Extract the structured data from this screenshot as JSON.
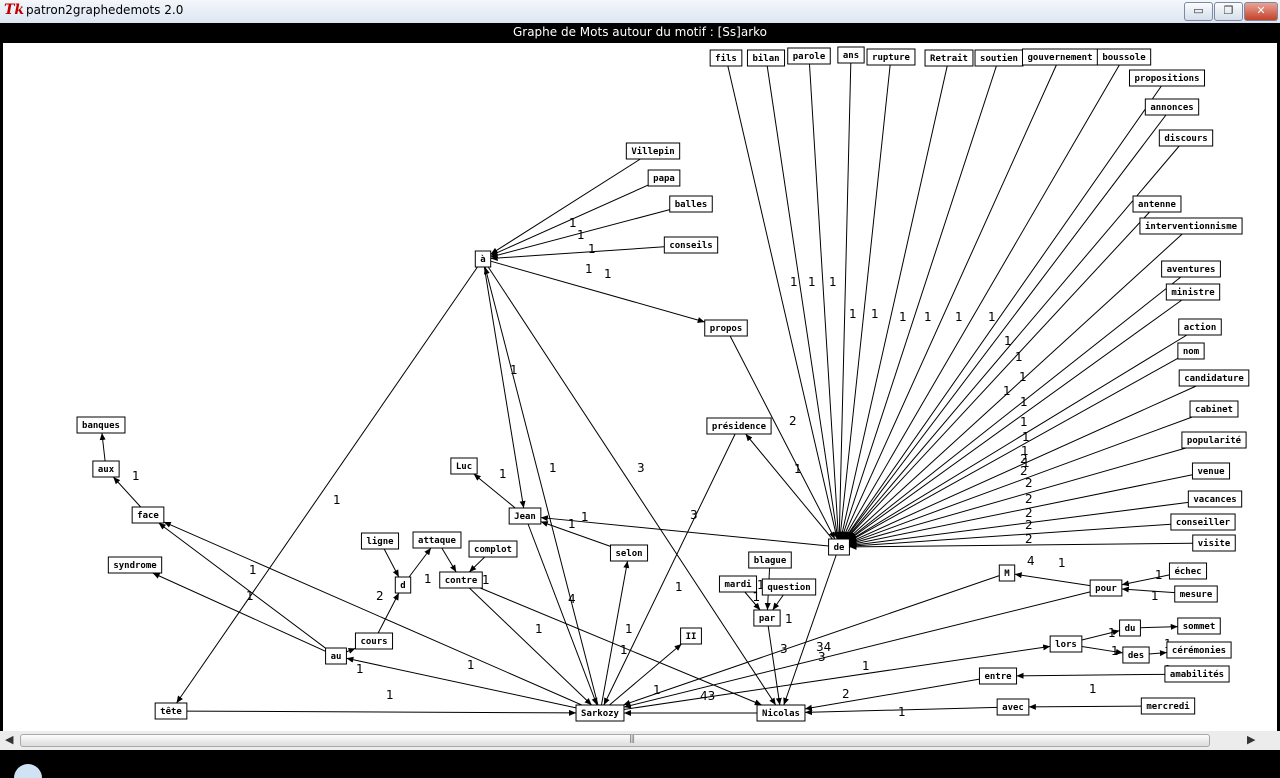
{
  "window": {
    "title": "patron2graphedemots 2.0",
    "app_icon": "Tk",
    "buttons": {
      "minimize": "▭",
      "maximize": "❐",
      "close": "✕"
    }
  },
  "graph": {
    "title": "Graphe de Mots autour du motif : [Ss]arko",
    "nodes": [
      {
        "id": "fils",
        "label": "fils"
      },
      {
        "id": "bilan",
        "label": "bilan"
      },
      {
        "id": "parole",
        "label": "parole"
      },
      {
        "id": "ans",
        "label": "ans"
      },
      {
        "id": "rupture",
        "label": "rupture"
      },
      {
        "id": "Retrait",
        "label": "Retrait"
      },
      {
        "id": "soutien",
        "label": "soutien"
      },
      {
        "id": "gouvernement",
        "label": "gouvernement"
      },
      {
        "id": "boussole",
        "label": "boussole"
      },
      {
        "id": "propositions",
        "label": "propositions"
      },
      {
        "id": "annonces",
        "label": "annonces"
      },
      {
        "id": "discours",
        "label": "discours"
      },
      {
        "id": "antenne",
        "label": "antenne"
      },
      {
        "id": "interventionnisme",
        "label": "interventionnisme"
      },
      {
        "id": "aventures",
        "label": "aventures"
      },
      {
        "id": "ministre",
        "label": "ministre"
      },
      {
        "id": "action",
        "label": "action"
      },
      {
        "id": "nom",
        "label": "nom"
      },
      {
        "id": "candidature",
        "label": "candidature"
      },
      {
        "id": "cabinet",
        "label": "cabinet"
      },
      {
        "id": "popularite",
        "label": "popularité"
      },
      {
        "id": "venue",
        "label": "venue"
      },
      {
        "id": "vacances",
        "label": "vacances"
      },
      {
        "id": "conseiller",
        "label": "conseiller"
      },
      {
        "id": "visite",
        "label": "visite"
      },
      {
        "id": "de",
        "label": "de"
      },
      {
        "id": "Villepin",
        "label": "Villepin"
      },
      {
        "id": "papa",
        "label": "papa"
      },
      {
        "id": "balles",
        "label": "balles"
      },
      {
        "id": "conseils",
        "label": "conseils"
      },
      {
        "id": "a",
        "label": "à"
      },
      {
        "id": "propos",
        "label": "propos"
      },
      {
        "id": "presidence",
        "label": "présidence"
      },
      {
        "id": "Luc",
        "label": "Luc"
      },
      {
        "id": "Jean",
        "label": "Jean"
      },
      {
        "id": "selon",
        "label": "selon"
      },
      {
        "id": "banques",
        "label": "banques"
      },
      {
        "id": "aux",
        "label": "aux"
      },
      {
        "id": "face",
        "label": "face"
      },
      {
        "id": "syndrome",
        "label": "syndrome"
      },
      {
        "id": "ligne",
        "label": "ligne"
      },
      {
        "id": "attaque",
        "label": "attaque"
      },
      {
        "id": "complot",
        "label": "complot"
      },
      {
        "id": "d",
        "label": "d"
      },
      {
        "id": "contre",
        "label": "contre"
      },
      {
        "id": "cours",
        "label": "cours"
      },
      {
        "id": "au",
        "label": "au"
      },
      {
        "id": "tete",
        "label": "tête"
      },
      {
        "id": "Sarkozy",
        "label": "Sarkozy"
      },
      {
        "id": "Nicolas",
        "label": "Nicolas"
      },
      {
        "id": "II",
        "label": "II"
      },
      {
        "id": "blague",
        "label": "blague"
      },
      {
        "id": "mardi",
        "label": "mardi"
      },
      {
        "id": "question",
        "label": "question"
      },
      {
        "id": "par",
        "label": "par"
      },
      {
        "id": "M",
        "label": "M"
      },
      {
        "id": "pour",
        "label": "pour"
      },
      {
        "id": "echec",
        "label": "échec"
      },
      {
        "id": "mesure",
        "label": "mesure"
      },
      {
        "id": "lors",
        "label": "lors"
      },
      {
        "id": "du",
        "label": "du"
      },
      {
        "id": "sommet",
        "label": "sommet"
      },
      {
        "id": "des",
        "label": "des"
      },
      {
        "id": "ceremonies",
        "label": "cérémonies"
      },
      {
        "id": "amabilites",
        "label": "amabilités"
      },
      {
        "id": "entre",
        "label": "entre"
      },
      {
        "id": "avec",
        "label": "avec"
      },
      {
        "id": "mercredi",
        "label": "mercredi"
      }
    ],
    "edges": [
      {
        "from": "fils",
        "to": "de",
        "label": "1"
      },
      {
        "from": "bilan",
        "to": "de",
        "label": "1"
      },
      {
        "from": "parole",
        "to": "de",
        "label": "1"
      },
      {
        "from": "ans",
        "to": "de",
        "label": "1"
      },
      {
        "from": "rupture",
        "to": "de",
        "label": "1"
      },
      {
        "from": "Retrait",
        "to": "de",
        "label": "1"
      },
      {
        "from": "soutien",
        "to": "de",
        "label": "1"
      },
      {
        "from": "gouvernement",
        "to": "de",
        "label": "1"
      },
      {
        "from": "boussole",
        "to": "de",
        "label": "1"
      },
      {
        "from": "propositions",
        "to": "de",
        "label": "1"
      },
      {
        "from": "annonces",
        "to": "de",
        "label": "1"
      },
      {
        "from": "discours",
        "to": "de",
        "label": "1"
      },
      {
        "from": "antenne",
        "to": "de",
        "label": "1"
      },
      {
        "from": "interventionnisme",
        "to": "de",
        "label": "1"
      },
      {
        "from": "aventures",
        "to": "de",
        "label": "1"
      },
      {
        "from": "ministre",
        "to": "de",
        "label": "1"
      },
      {
        "from": "action",
        "to": "de",
        "label": "1"
      },
      {
        "from": "nom",
        "to": "de",
        "label": "1"
      },
      {
        "from": "candidature",
        "to": "de",
        "label": "2"
      },
      {
        "from": "cabinet",
        "to": "de",
        "label": "2"
      },
      {
        "from": "popularite",
        "to": "de",
        "label": "2"
      },
      {
        "from": "venue",
        "to": "de",
        "label": "2"
      },
      {
        "from": "vacances",
        "to": "de",
        "label": "2"
      },
      {
        "from": "conseiller",
        "to": "de",
        "label": "2"
      },
      {
        "from": "visite",
        "to": "de",
        "label": "2"
      },
      {
        "from": "Villepin",
        "to": "a",
        "label": "1"
      },
      {
        "from": "papa",
        "to": "a",
        "label": "1"
      },
      {
        "from": "balles",
        "to": "a",
        "label": "1"
      },
      {
        "from": "conseils",
        "to": "a",
        "label": "1"
      },
      {
        "from": "a",
        "to": "propos",
        "label": "1"
      },
      {
        "from": "propos",
        "to": "de",
        "label": "2"
      },
      {
        "from": "de",
        "to": "presidence",
        "label": "1"
      },
      {
        "from": "de",
        "to": "Jean",
        "label": "1"
      },
      {
        "from": "de",
        "to": "Nicolas",
        "label": "3"
      },
      {
        "from": "a",
        "to": "Jean",
        "label": "1"
      },
      {
        "from": "Sarkozy",
        "to": "a",
        "label": "1"
      },
      {
        "from": "a",
        "to": "Nicolas",
        "label": "3"
      },
      {
        "from": "a",
        "to": "tete",
        "label": "1"
      },
      {
        "from": "Jean",
        "to": "Luc",
        "label": "1"
      },
      {
        "from": "selon",
        "to": "Jean",
        "label": "1"
      },
      {
        "from": "Jean",
        "to": "Sarkozy",
        "label": "4"
      },
      {
        "from": "Sarkozy",
        "to": "selon",
        "label": "1"
      },
      {
        "from": "presidence",
        "to": "Sarkozy",
        "label": "3"
      },
      {
        "from": "aux",
        "to": "banques",
        "label": ""
      },
      {
        "from": "face",
        "to": "aux",
        "label": "1"
      },
      {
        "from": "au",
        "to": "face",
        "label": "1"
      },
      {
        "from": "Sarkozy",
        "to": "face",
        "label": "1"
      },
      {
        "from": "au",
        "to": "syndrome",
        "label": "1"
      },
      {
        "from": "au",
        "to": "cours",
        "label": "1"
      },
      {
        "from": "cours",
        "to": "d",
        "label": "2"
      },
      {
        "from": "ligne",
        "to": "d",
        "label": ""
      },
      {
        "from": "d",
        "to": "attaque",
        "label": "1"
      },
      {
        "from": "attaque",
        "to": "contre",
        "label": ""
      },
      {
        "from": "complot",
        "to": "contre",
        "label": "1"
      },
      {
        "from": "contre",
        "to": "Sarkozy",
        "label": "1"
      },
      {
        "from": "contre",
        "to": "Nicolas",
        "label": "1"
      },
      {
        "from": "Sarkozy",
        "to": "au",
        "label": "1"
      },
      {
        "from": "tete",
        "to": "Sarkozy",
        "label": "1"
      },
      {
        "from": "Sarkozy",
        "to": "II",
        "label": "1"
      },
      {
        "from": "Nicolas",
        "to": "Sarkozy",
        "label": "43"
      },
      {
        "from": "blague",
        "to": "par",
        "label": "1"
      },
      {
        "from": "mardi",
        "to": "par",
        "label": "1"
      },
      {
        "from": "question",
        "to": "par",
        "label": "1"
      },
      {
        "from": "par",
        "to": "Nicolas",
        "label": "3"
      },
      {
        "from": "pour",
        "to": "M",
        "label": "1"
      },
      {
        "from": "M",
        "to": "Sarkozy",
        "label": "4"
      },
      {
        "from": "pour",
        "to": "Sarkozy",
        "label": "34"
      },
      {
        "from": "echec",
        "to": "pour",
        "label": "1"
      },
      {
        "from": "mesure",
        "to": "pour",
        "label": "1"
      },
      {
        "from": "Sarkozy",
        "to": "lors",
        "label": "1"
      },
      {
        "from": "lors",
        "to": "du",
        "label": "1"
      },
      {
        "from": "du",
        "to": "sommet",
        "label": ""
      },
      {
        "from": "lors",
        "to": "des",
        "label": "1"
      },
      {
        "from": "des",
        "to": "ceremonies",
        "label": "1"
      },
      {
        "from": "amabilites",
        "to": "entre",
        "label": "1"
      },
      {
        "from": "entre",
        "to": "Nicolas",
        "label": "2"
      },
      {
        "from": "avec",
        "to": "Nicolas",
        "label": "1"
      },
      {
        "from": "mercredi",
        "to": "avec",
        "label": "1"
      }
    ]
  },
  "scrollbar": {
    "left_arrow": "◀",
    "right_arrow": "▶",
    "grip": "|||"
  }
}
